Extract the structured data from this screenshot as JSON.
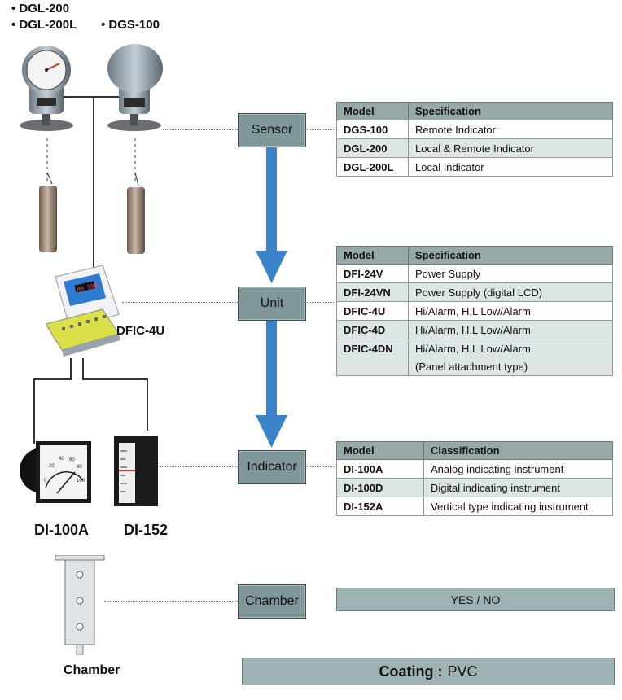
{
  "products": {
    "dgl200": "• DGL-200",
    "dgl200l": "• DGL-200L",
    "dgs100": "• DGS-100",
    "dfic4u": "DFIC-4U",
    "di100a": "DI-100A",
    "di152": "DI-152",
    "chamber": "Chamber"
  },
  "meter_face": {
    "gauge_numbers": [
      "0",
      "20",
      "40",
      "60",
      "80",
      "100"
    ],
    "digital_readout": "HH 100"
  },
  "stages": {
    "sensor": "Sensor",
    "unit": "Unit",
    "indicator": "Indicator",
    "chamber": "Chamber"
  },
  "sensor_table": {
    "headers": [
      "Model",
      "Specification"
    ],
    "rows": [
      [
        "DGS-100",
        "Remote Indicator"
      ],
      [
        "DGL-200",
        "Local & Remote Indicator"
      ],
      [
        "DGL-200L",
        "Local Indicator"
      ]
    ]
  },
  "unit_table": {
    "headers": [
      "Model",
      "Specification"
    ],
    "rows": [
      [
        "DFI-24V",
        "Power Supply"
      ],
      [
        "DFI-24VN",
        "Power Supply (digital LCD)"
      ],
      [
        "DFIC-4U",
        "Hi/Alarm, H,L Low/Alarm"
      ],
      [
        "DFIC-4D",
        "Hi/Alarm, H,L Low/Alarm"
      ],
      [
        "DFIC-4DN",
        "Hi/Alarm, H,L Low/Alarm"
      ],
      [
        "",
        "(Panel attachment type)"
      ]
    ]
  },
  "indicator_table": {
    "headers": [
      "Model",
      "Classification"
    ],
    "rows": [
      [
        "DI-100A",
        "Analog indicating instrument"
      ],
      [
        "DI-100D",
        "Digital indicating instrument"
      ],
      [
        "DI-152A",
        "Vertical type indicating instrument"
      ]
    ]
  },
  "chamber_option": "YES / NO",
  "coating": {
    "label": "Coating :",
    "value": "PVC"
  },
  "colors": {
    "arrow": "#3b83c8",
    "stage_box": "#7f9799",
    "table_header": "#97a8a9",
    "bar": "#9fb2b3"
  }
}
